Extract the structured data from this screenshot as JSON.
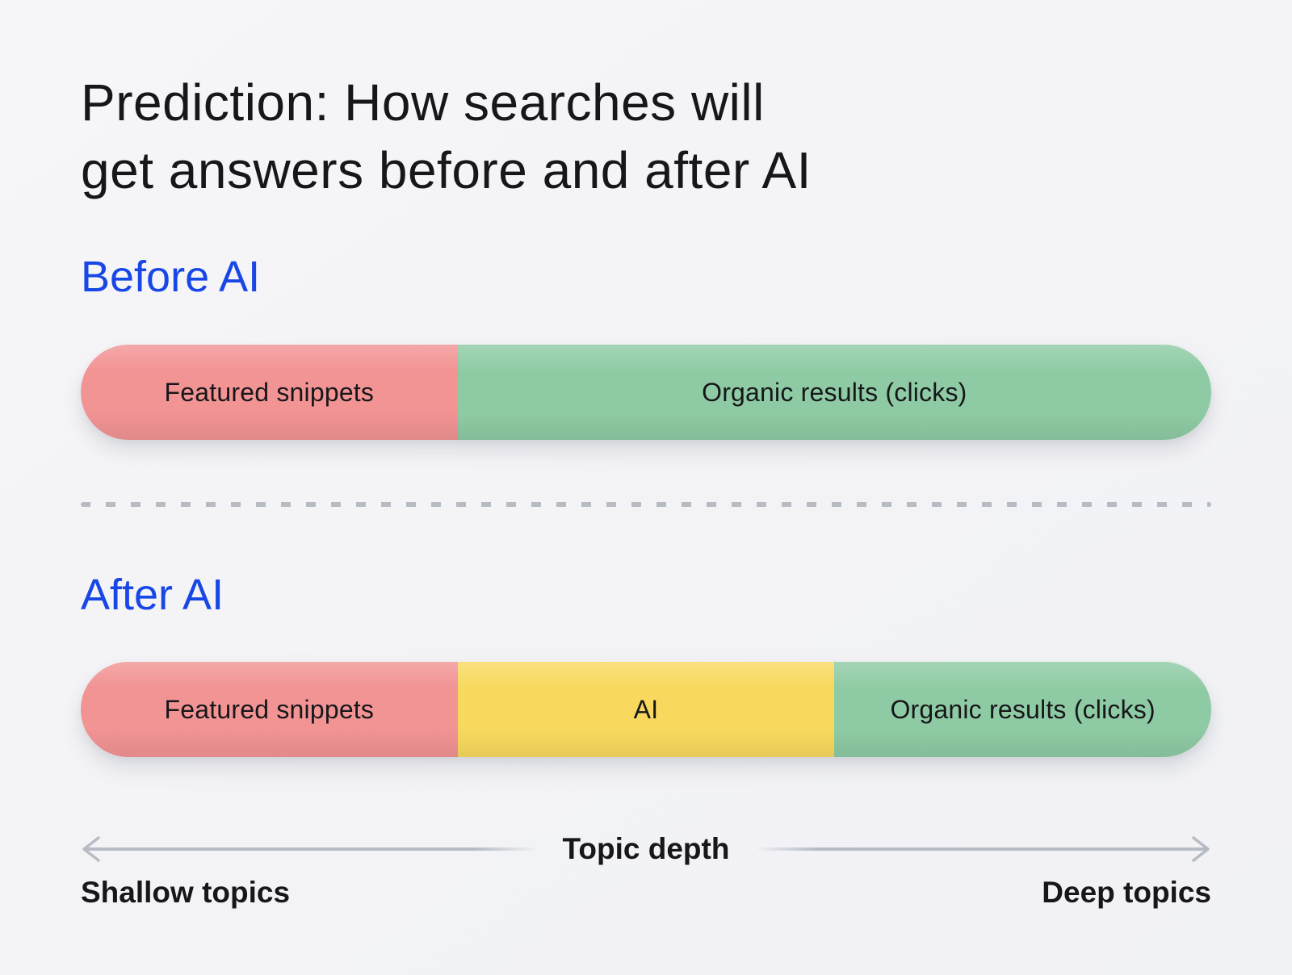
{
  "colors": {
    "bg": "#f4f4f6",
    "ink": "#17171a",
    "accent": "#1847e6",
    "red": "#f29394",
    "yellow": "#f8d95e",
    "green": "#8ecba4",
    "muted": "#b6bbc4"
  },
  "title": {
    "line1": "Prediction: How searches will",
    "line2": "get answers before and after AI"
  },
  "before": {
    "heading": "Before AI",
    "segments": [
      {
        "label": "Featured snippets",
        "css": "width:33.333%;background:var(--red)"
      },
      {
        "label": "Organic results (clicks)",
        "css": "width:66.667%;background:var(--green)"
      }
    ]
  },
  "after": {
    "heading": "After AI",
    "segments": [
      {
        "label": "Featured snippets",
        "css": "width:33.333%;background:var(--red)"
      },
      {
        "label": "AI",
        "css": "width:33.334%;background:var(--yellow)"
      },
      {
        "label": "Organic results (clicks)",
        "css": "width:33.333%;background:var(--green)"
      }
    ]
  },
  "axis": {
    "title": "Topic depth",
    "left": "Shallow topics",
    "right": "Deep topics"
  },
  "chart_data": {
    "type": "bar",
    "orientation": "horizontal-stacked",
    "x_axis": {
      "label": "Topic depth",
      "min_label": "Shallow topics",
      "max_label": "Deep topics"
    },
    "series": [
      {
        "name": "Before AI",
        "segments": [
          {
            "label": "Featured snippets",
            "fraction": 0.333,
            "color": "#f29394"
          },
          {
            "label": "Organic results (clicks)",
            "fraction": 0.667,
            "color": "#8ecba4"
          }
        ]
      },
      {
        "name": "After AI",
        "segments": [
          {
            "label": "Featured snippets",
            "fraction": 0.333,
            "color": "#f29394"
          },
          {
            "label": "AI",
            "fraction": 0.333,
            "color": "#f8d95e"
          },
          {
            "label": "Organic results (clicks)",
            "fraction": 0.333,
            "color": "#8ecba4"
          }
        ]
      }
    ]
  }
}
